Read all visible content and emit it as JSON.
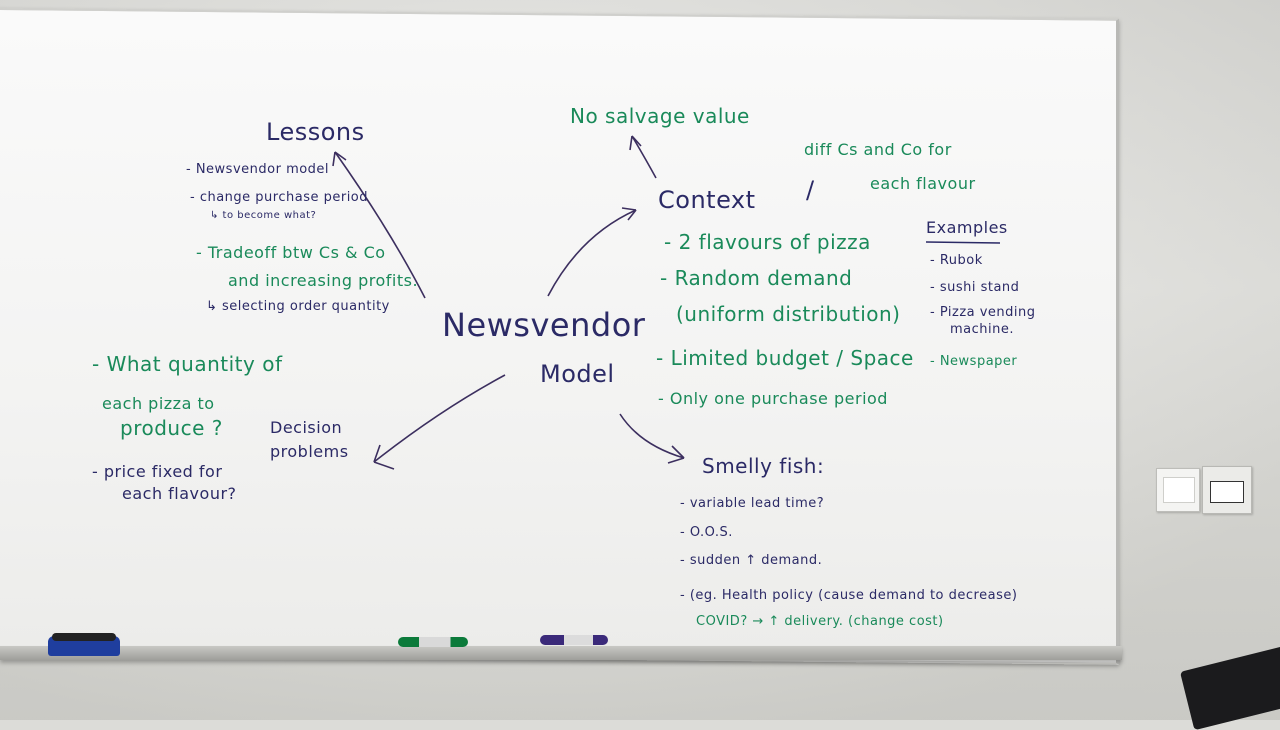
{
  "center": {
    "line1": "Newsvendor",
    "line2": "Model"
  },
  "lessons": {
    "title": "Lessons",
    "items": [
      "- Newsvendor model",
      "- change purchase period",
      "↳ to become what?",
      "- Tradeoff btw Cs & Co",
      "and increasing profits.",
      "↳ selecting order quantity"
    ]
  },
  "context": {
    "title": "Context",
    "items": [
      "- 2 flavours of pizza",
      "- Random demand",
      "(uniform distribution)",
      "- Limited budget / Space",
      "- Only one purchase period"
    ]
  },
  "salvage": "No salvage value",
  "diff_note": {
    "line1": "diff Cs and Co for",
    "line2": "each flavour",
    "divider": "/"
  },
  "examples": {
    "title": "Examples",
    "items": [
      "- Rubok",
      "- sushi stand",
      "- Pizza vending",
      "machine.",
      "- Newspaper"
    ]
  },
  "decision": {
    "title_line1": "Decision",
    "title_line2": "problems",
    "items": [
      "- What quantity of",
      "each pizza to",
      "produce ?",
      "- price fixed for",
      "each flavour?"
    ]
  },
  "smelly": {
    "title": "Smelly fish:",
    "items": [
      "- variable lead time?",
      "- O.O.S.",
      "- sudden ↑ demand.",
      "- (eg. Health policy (cause demand to decrease)",
      "COVID? → ↑ delivery. (change cost)"
    ]
  },
  "colors": {
    "blue_ink": "#2b2a66",
    "green_ink": "#1a8a5a",
    "board": "#f6f6f5"
  }
}
